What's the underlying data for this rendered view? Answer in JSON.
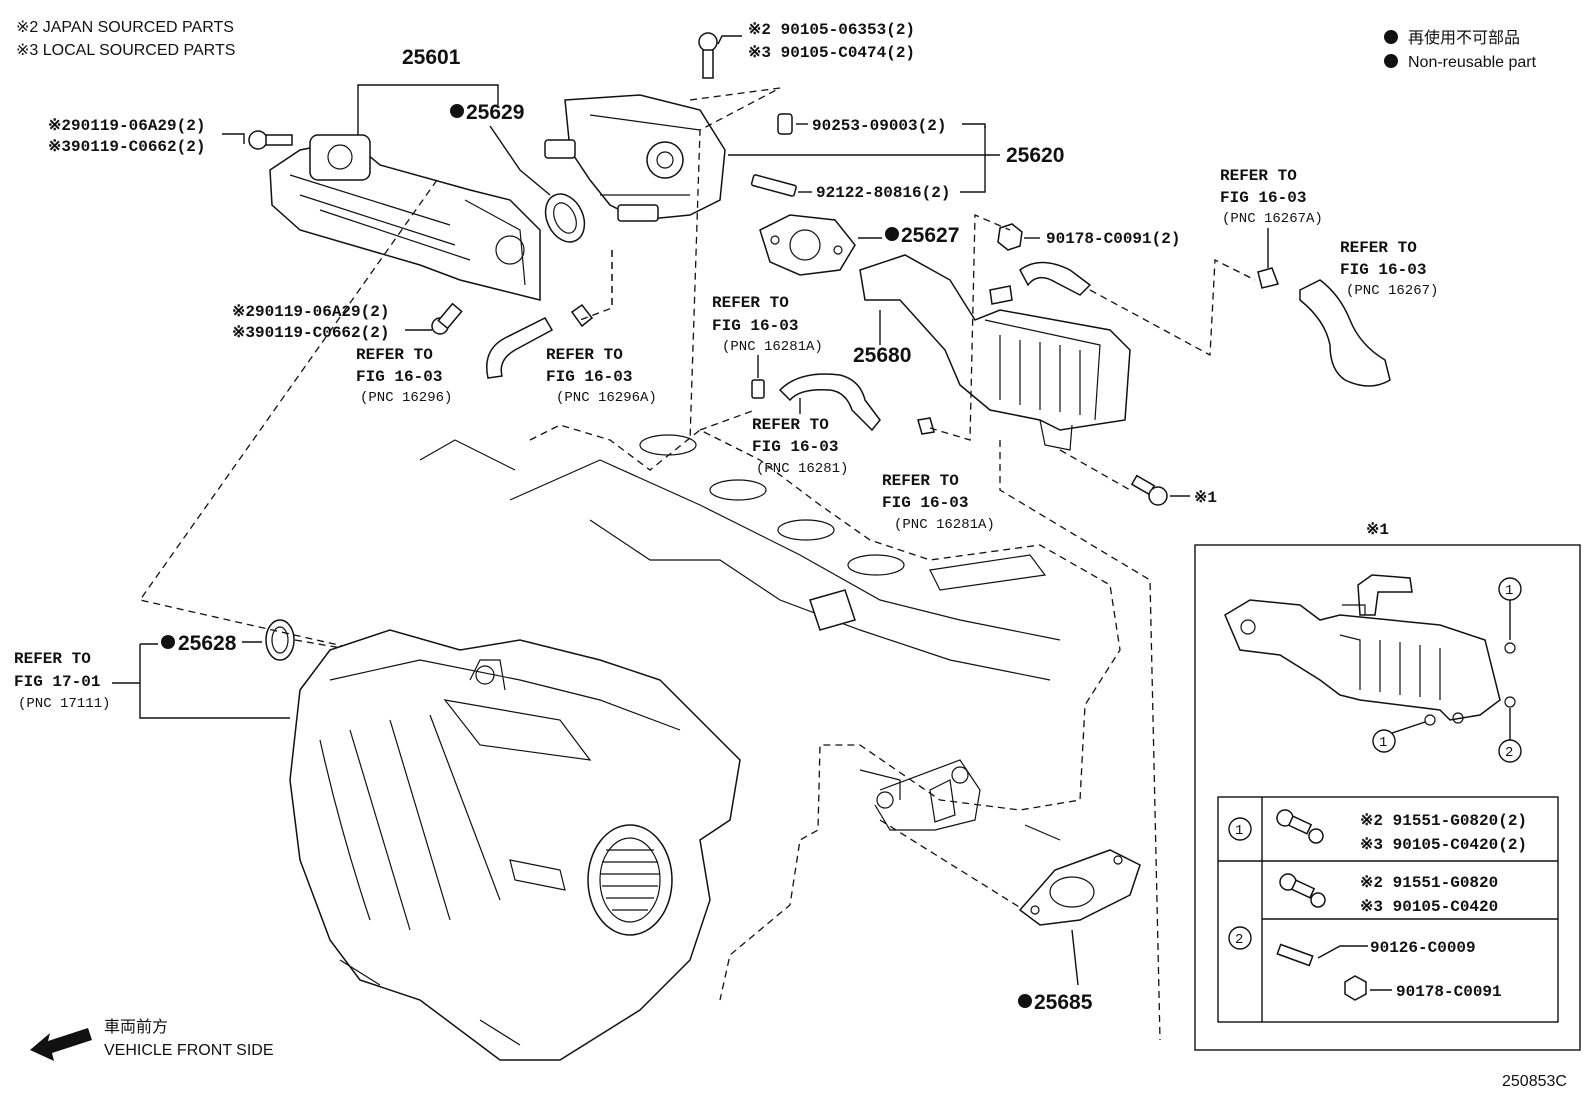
{
  "notes": {
    "japan_parts": "※2 JAPAN SOURCED PARTS",
    "local_parts": "※3 LOCAL SOURCED PARTS"
  },
  "legend": {
    "jp": "再使用不可部品",
    "en": "Non-reusable part"
  },
  "parts": {
    "p25601": "25601",
    "p25629": "25629",
    "p25620": "25620",
    "p25627": "25627",
    "p25680": "25680",
    "p25628": "25628",
    "p25685": "25685"
  },
  "labels": {
    "bolt_top_2": "※2 90105-06353(2)",
    "bolt_top_3": "※3 90105-C0474(2)",
    "stud_90253": "90253-09003(2)",
    "stud_92122": "92122-80816(2)",
    "nut_90178": "90178-C0091(2)",
    "bolt_left_a2": "※290119-06A29(2)",
    "bolt_left_a3": "※390119-C0662(2)",
    "bolt_left_b2": "※290119-06A29(2)",
    "bolt_left_b3": "※390119-C0662(2)",
    "ref_mark_1": "※1"
  },
  "refs": {
    "r16296_l1": "REFER TO",
    "r16296_l2": "FIG 16-03",
    "r16296_l3": "(PNC 16296)",
    "r16296a_l1": "REFER TO",
    "r16296a_l2": "FIG 16-03",
    "r16296a_l3": "(PNC 16296A)",
    "r16281a_top_l1": "REFER TO",
    "r16281a_top_l2": "FIG 16-03",
    "r16281a_top_l3": "(PNC 16281A)",
    "r16281_l1": "REFER TO",
    "r16281_l2": "FIG 16-03",
    "r16281_l3": "(PNC 16281)",
    "r16281a_bot_l1": "REFER TO",
    "r16281a_bot_l2": "FIG 16-03",
    "r16281a_bot_l3": "(PNC 16281A)",
    "r16267a_l1": "REFER TO",
    "r16267a_l2": "FIG 16-03",
    "r16267a_l3": "(PNC 16267A)",
    "r16267_l1": "REFER TO",
    "r16267_l2": "FIG 16-03",
    "r16267_l3": "(PNC 16267)",
    "r17111_l1": "REFER TO",
    "r17111_l2": "FIG 17-01",
    "r17111_l3": "(PNC 17111)"
  },
  "detail": {
    "title": "※1",
    "circle1": "1",
    "circle2": "2",
    "row1_num": "1",
    "row1_a": "※2 91551-G0820(2)",
    "row1_b": "※3 90105-C0420(2)",
    "row2_num": "2",
    "row2_a": "※2 91551-G0820",
    "row2_b": "※3 90105-C0420",
    "row2_c": "90126-C0009",
    "row2_d": "90178-C0091"
  },
  "front": {
    "jp": "車両前方",
    "en": "VEHICLE FRONT SIDE"
  },
  "code": "250853C"
}
